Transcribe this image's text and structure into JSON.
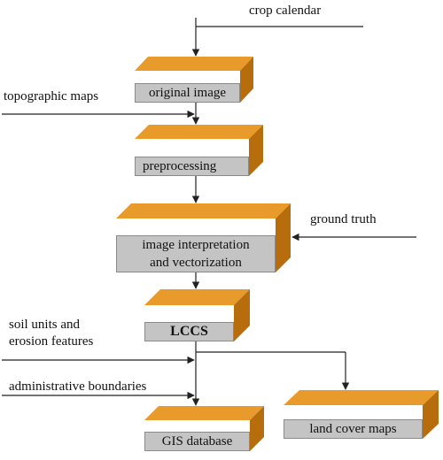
{
  "process_boxes": {
    "original_image": "original image",
    "preprocessing": "preprocessing",
    "image_interpretation": [
      "image interpretation",
      "and vectorization"
    ],
    "lccs": "LCCS",
    "gis_database": "GIS database",
    "land_cover_maps": "land cover maps"
  },
  "inputs": {
    "crop_calendar": "crop calendar",
    "topographic_maps": "topographic maps",
    "ground_truth": "ground truth",
    "soil_units": [
      "soil units and",
      "erosion features"
    ],
    "administrative_boundaries": "administrative boundaries"
  },
  "colors": {
    "box_face": "#c4c4c4",
    "box_top": "#e89a2a",
    "box_side": "#b86d0c",
    "line": "#222222"
  }
}
